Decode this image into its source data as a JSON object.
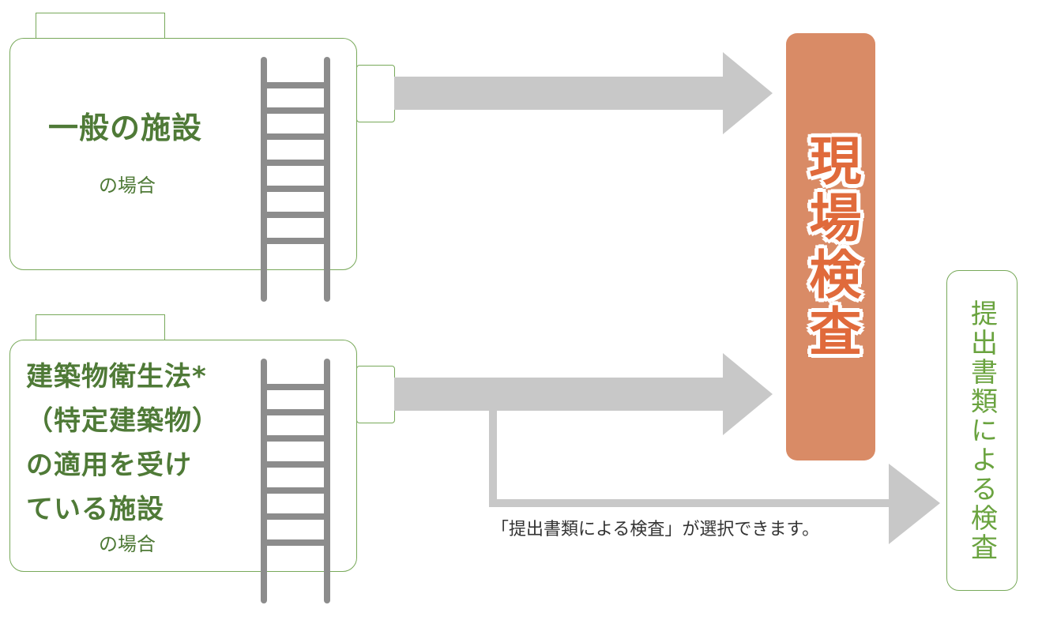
{
  "general_facility": {
    "title": "一般の施設",
    "subtitle": "の場合"
  },
  "specific_facility": {
    "title_lines": [
      "建築物衛生法*",
      "（特定建築物）",
      "の適用を受け",
      "ている施設"
    ],
    "subtitle": "の場合"
  },
  "onsite_inspection": {
    "label": "現場検査"
  },
  "document_inspection": {
    "label": "提出書類による検査"
  },
  "note": "「提出書類による検査」が選択できます。",
  "colors": {
    "green_border": "#78a95a",
    "green_text": "#4f7a37",
    "arrow_gray": "#c8c8c8",
    "ladder_gray": "#8c8c8c",
    "onsite_fill": "#d98b66",
    "onsite_text": "#e06a3b",
    "doc_text": "#6aa33f"
  }
}
